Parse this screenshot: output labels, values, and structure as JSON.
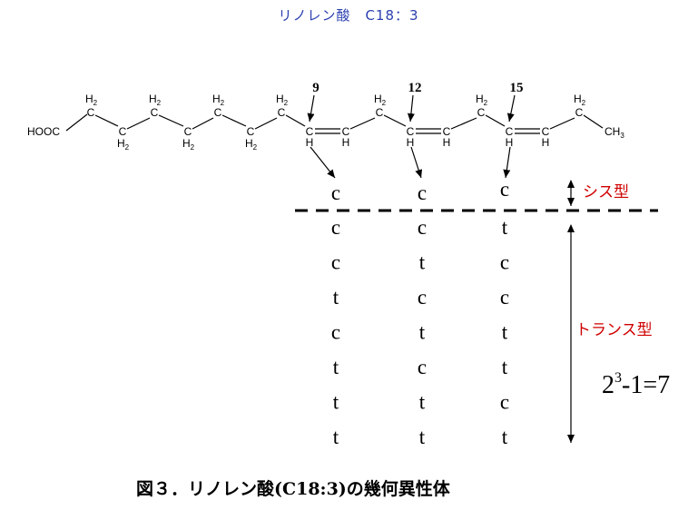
{
  "title": "リノレン酸　C18：3",
  "molecule": {
    "hooc": "HOOC",
    "ch3": "CH",
    "ch3_sub": "3",
    "c": "C",
    "h": "H",
    "h2": "H",
    "h2_sub": "2"
  },
  "positions": [
    "9",
    "12",
    "15"
  ],
  "configurations": {
    "columns": [
      [
        "c",
        "c",
        "c",
        "t",
        "c",
        "t",
        "t",
        "t"
      ],
      [
        "c",
        "c",
        "t",
        "c",
        "t",
        "c",
        "t",
        "t"
      ],
      [
        "c",
        "t",
        "c",
        "c",
        "t",
        "t",
        "c",
        "t"
      ]
    ]
  },
  "labels": {
    "cis": "シス型",
    "trans": "トランス型"
  },
  "formula": {
    "base": "2",
    "exponent": "3",
    "rest": "-1=7"
  },
  "caption": "図３．リノレン酸(C18:3)の幾何異性体"
}
